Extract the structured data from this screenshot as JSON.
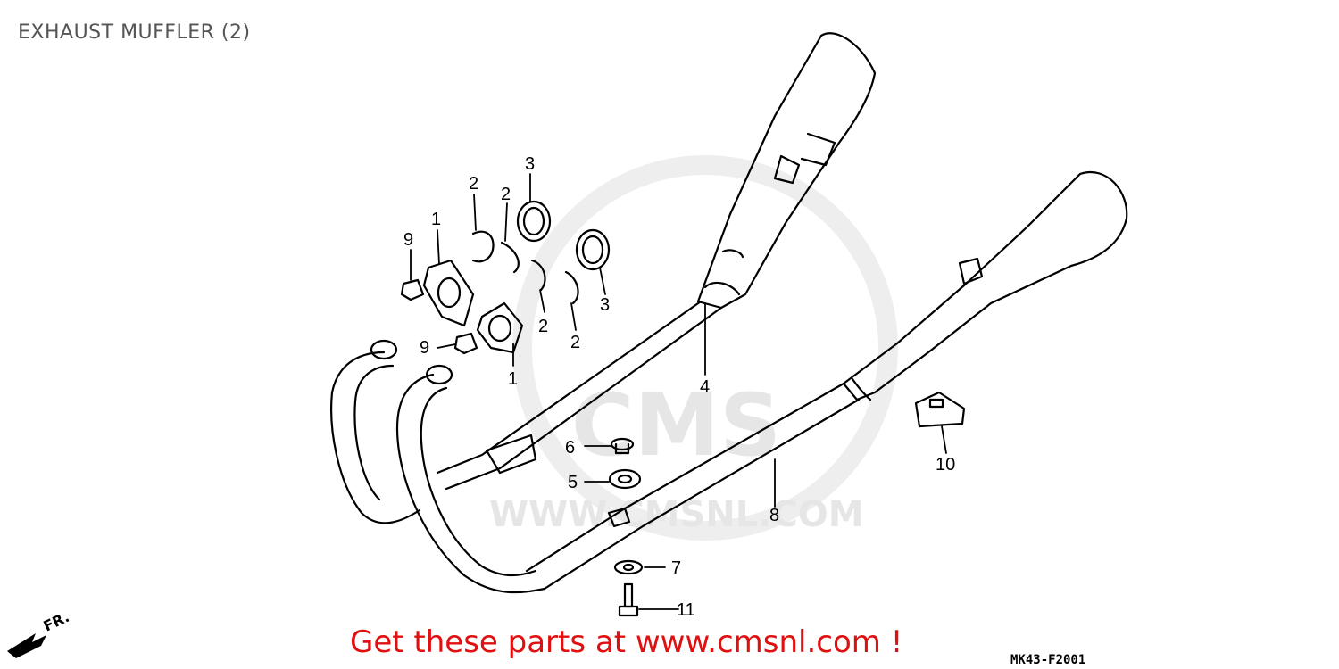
{
  "title": "EXHAUST MUFFLER (2)",
  "watermark": {
    "logo_text": "CMS",
    "url_text": "WWW.CMSNL.COM"
  },
  "direction_label": "FR.",
  "promo_text": "Get these parts at www.cmsnl.com !",
  "diagram_code": "MK43-F2001",
  "callouts": {
    "c1a": "1",
    "c1b": "1",
    "c2a": "2",
    "c2b": "2",
    "c2c": "2",
    "c2d": "2",
    "c3a": "3",
    "c3b": "3",
    "c4": "4",
    "c5": "5",
    "c6": "6",
    "c7": "7",
    "c8": "8",
    "c9a": "9",
    "c9b": "9",
    "c10": "10",
    "c11": "11"
  },
  "colors": {
    "line": "#000000",
    "promo": "#e01010",
    "watermark": "#e6e6e6",
    "title": "#555555"
  }
}
